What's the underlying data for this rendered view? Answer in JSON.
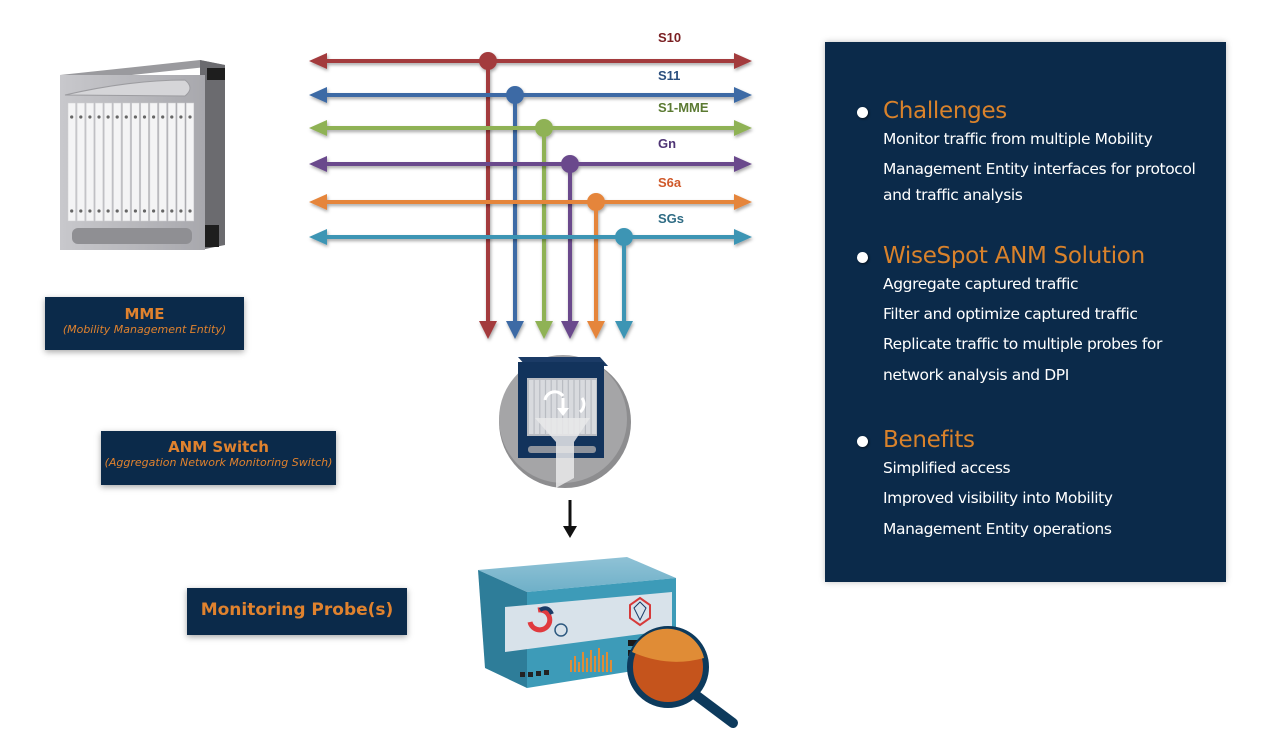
{
  "interfaces": [
    {
      "name": "S10",
      "color": "#a33a3d"
    },
    {
      "name": "S11",
      "color": "#3c6ba5"
    },
    {
      "name": "S1-MME",
      "color": "#8fb254"
    },
    {
      "name": "Gn",
      "color": "#6a4a8c"
    },
    {
      "name": "S6a",
      "color": "#e5853a"
    },
    {
      "name": "SGs",
      "color": "#3d95b4"
    }
  ],
  "label_colors": {
    "S10": "#7a1f22",
    "S11": "#2b4f7e",
    "S1-MME": "#5b7a32",
    "Gn": "#4f3575",
    "S6a": "#d0592a",
    "SGs": "#2e6b84"
  },
  "nodes": {
    "mme": {
      "title": "MME",
      "subtitle": "(Mobility Management Entity)"
    },
    "anm": {
      "title": "ANM Switch",
      "subtitle": "(Aggregation Network Monitoring Switch)"
    },
    "probe": {
      "title": "Monitoring Probe(s)"
    }
  },
  "panel": {
    "challenges": {
      "heading": "Challenges",
      "lines": [
        "Monitor traffic from multiple Mobility",
        "Management Entity interfaces for protocol",
        "and traffic analysis"
      ]
    },
    "solution": {
      "heading": "WiseSpot ANM Solution",
      "lines": [
        "Aggregate captured traffic",
        "Filter and optimize captured traffic",
        "Replicate traffic to multiple probes for",
        "network analysis and DPI"
      ]
    },
    "benefits": {
      "heading": "Benefits",
      "lines": [
        "Simplified access",
        "Improved visibility into Mobility",
        "Management Entity operations"
      ]
    }
  },
  "colors": {
    "panel_bg": "#0b2a4a",
    "accent_orange": "#d9822b"
  }
}
